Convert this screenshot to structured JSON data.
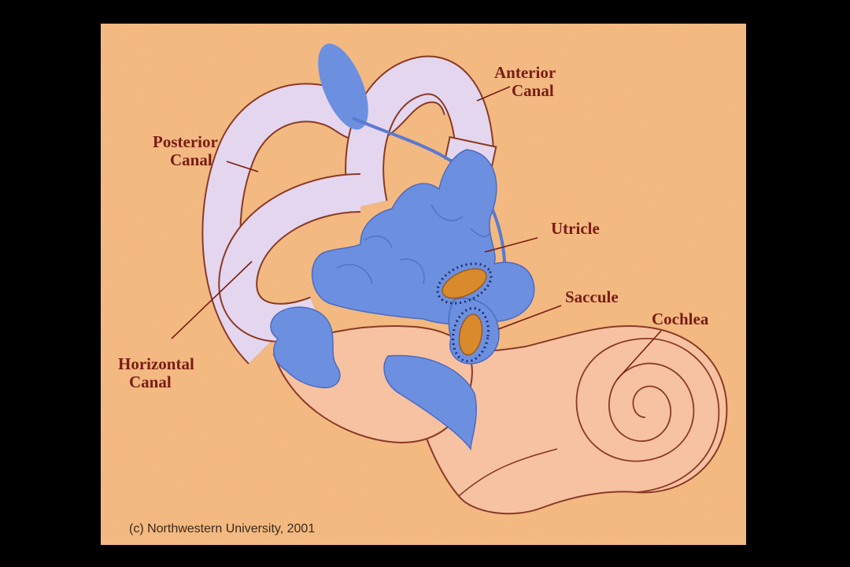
{
  "diagram": {
    "labels": {
      "anterior": [
        "Anterior",
        "Canal"
      ],
      "posterior": [
        "Posterior",
        "Canal"
      ],
      "utricle": "Utricle",
      "saccule": "Saccule",
      "cochlea": "Cochlea",
      "horizontal": [
        "Horizontal",
        "Canal"
      ]
    },
    "copyright": "(c) Northwestern University, 2001",
    "colors": {
      "background": "#f5b97f",
      "canal": "#e4d6ee",
      "membranous": "#6c8fe0",
      "macula": "#d98a2c",
      "cochlea": "#f7c2a2",
      "label": "#7a1c14",
      "outline": "#8a3a26"
    }
  }
}
